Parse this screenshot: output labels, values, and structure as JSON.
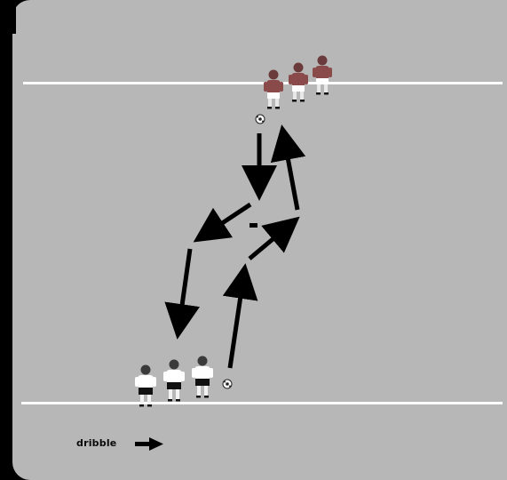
{
  "legend": {
    "label": "dribble",
    "icon": "arrow-right-icon"
  },
  "colors": {
    "pitch": "#b7b7b7",
    "background": "#000000",
    "lines": "#ffffff",
    "arrows": "#000000",
    "red_team_shirt": "#8b4a4a",
    "white_team_shirt": "#ffffff",
    "shorts": "#111111"
  },
  "teams": {
    "red": {
      "players": 3,
      "ball": true
    },
    "white": {
      "players": 3,
      "ball": true
    }
  }
}
